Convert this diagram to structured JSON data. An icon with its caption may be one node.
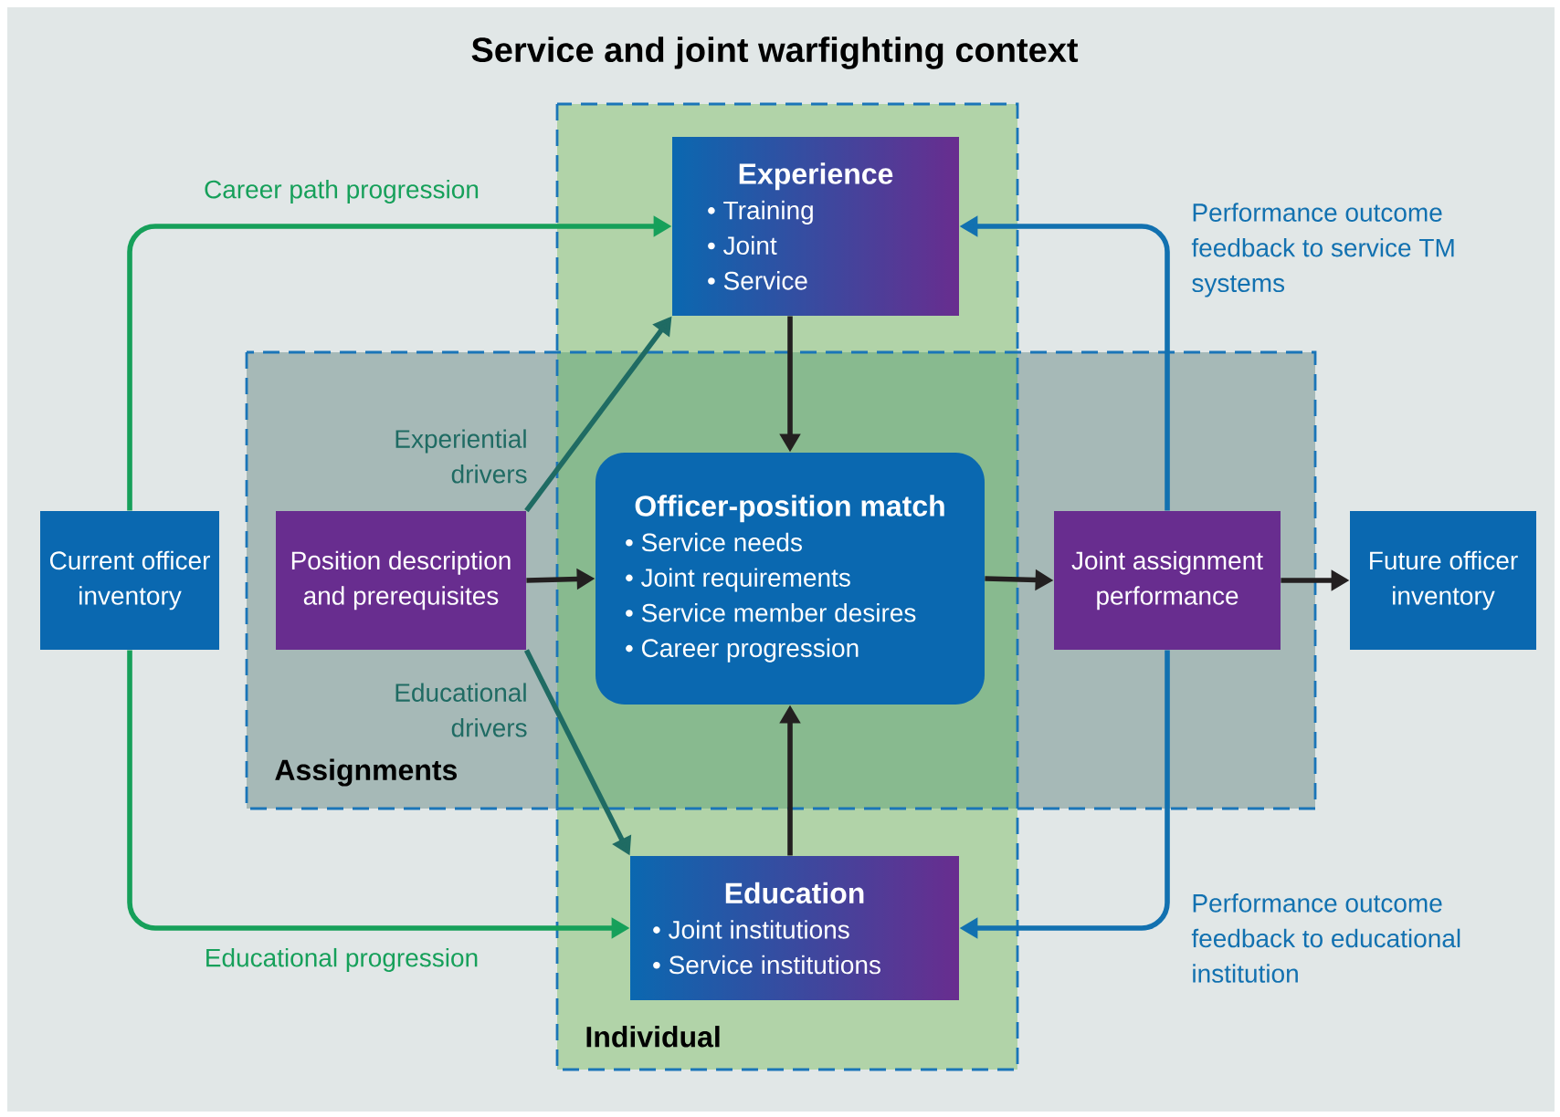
{
  "diagram": {
    "title": "Service and joint warfighting context",
    "nodes": [
      {
        "text": [
          "Individual"
        ]
      },
      {
        "text": [
          "Assignments"
        ]
      },
      {
        "text": [
          "Experience",
          "• Training",
          "• Joint",
          "• Service"
        ],
        "in": 0
      },
      {
        "text": [
          "Current officer inventory"
        ]
      },
      {
        "text": [
          "Position description and prerequisites"
        ],
        "in": 1
      },
      {
        "text": [
          "Officer-position match",
          "• Service needs",
          "• Joint requirements",
          "• Service member desires",
          "• Career progression"
        ]
      },
      {
        "text": [
          "Joint assignment performance"
        ],
        "in": 1
      },
      {
        "text": [
          "Future officer inventory"
        ]
      },
      {
        "text": [
          "Education",
          "• Joint institutions",
          "• Service institutions"
        ],
        "in": 0
      }
    ],
    "edges": [
      {
        "from": 3,
        "to": 2,
        "arrow": "to",
        "label": "Career path progression",
        "color": "#16a05a"
      },
      {
        "from": 3,
        "to": 8,
        "arrow": "to",
        "label": "Educational progression",
        "color": "#16a05a"
      },
      {
        "from": 4,
        "to": 2,
        "arrow": "to",
        "label": "Experiential drivers",
        "color": "#1f6b63"
      },
      {
        "from": 4,
        "to": 8,
        "arrow": "to",
        "label": "Educational drivers",
        "color": "#1f6b63"
      },
      {
        "from": 6,
        "to": 2,
        "arrow": "to",
        "label": "Performance outcome feedback to service TM systems",
        "color": "#1271b0"
      },
      {
        "from": 6,
        "to": 8,
        "arrow": "to",
        "label": "Performance outcome feedback to educational institution",
        "color": "#1271b0"
      },
      {
        "from": 2,
        "to": 5,
        "arrow": "to"
      },
      {
        "from": 8,
        "to": 5,
        "arrow": "to"
      },
      {
        "from": 4,
        "to": 5,
        "arrow": "to"
      },
      {
        "from": 5,
        "to": 6,
        "arrow": "to"
      },
      {
        "from": 6,
        "to": 7,
        "arrow": "to"
      }
    ]
  }
}
